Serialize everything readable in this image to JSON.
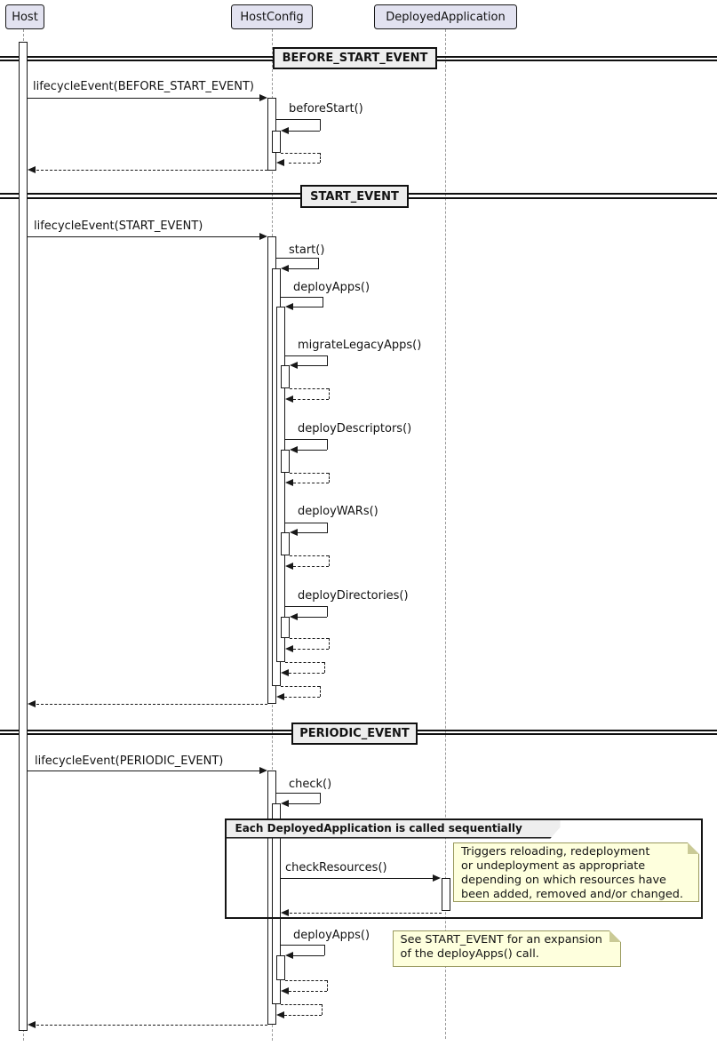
{
  "participants": {
    "host": "Host",
    "hostconfig": "HostConfig",
    "deployedapp": "DeployedApplication"
  },
  "dividers": {
    "before": "BEFORE_START_EVENT",
    "start": "START_EVENT",
    "periodic": "PERIODIC_EVENT"
  },
  "messages": {
    "lifecycle_before": "lifecycleEvent(BEFORE_START_EVENT)",
    "before_start": "beforeStart()",
    "lifecycle_start": "lifecycleEvent(START_EVENT)",
    "start": "start()",
    "deploy_apps": "deployApps()",
    "migrate_legacy_apps": "migrateLegacyApps()",
    "deploy_descriptors": "deployDescriptors()",
    "deploy_wars": "deployWARs()",
    "deploy_directories": "deployDirectories()",
    "lifecycle_periodic": "lifecycleEvent(PERIODIC_EVENT)",
    "check": "check()",
    "check_resources": "checkResources()"
  },
  "group_title": "Each DeployedApplication is called sequentially",
  "notes": {
    "n1": [
      "Triggers reloading, redeployment",
      "or undeployment as appropriate",
      "depending on which resources have",
      "been added, removed and/or changed."
    ],
    "n2": [
      "See START_EVENT for an expansion",
      "of the deployApps() call."
    ]
  },
  "colors": {
    "participant_fill": "#E2E2F0",
    "participant_border": "#181818",
    "divider_fill": "#EEEEEE",
    "group_header_fill": "#EEEEEE",
    "note_fill": "#FEFFDD",
    "note_border": "#99995E",
    "line": "#181818",
    "lifeline": "#9A9A9A"
  }
}
